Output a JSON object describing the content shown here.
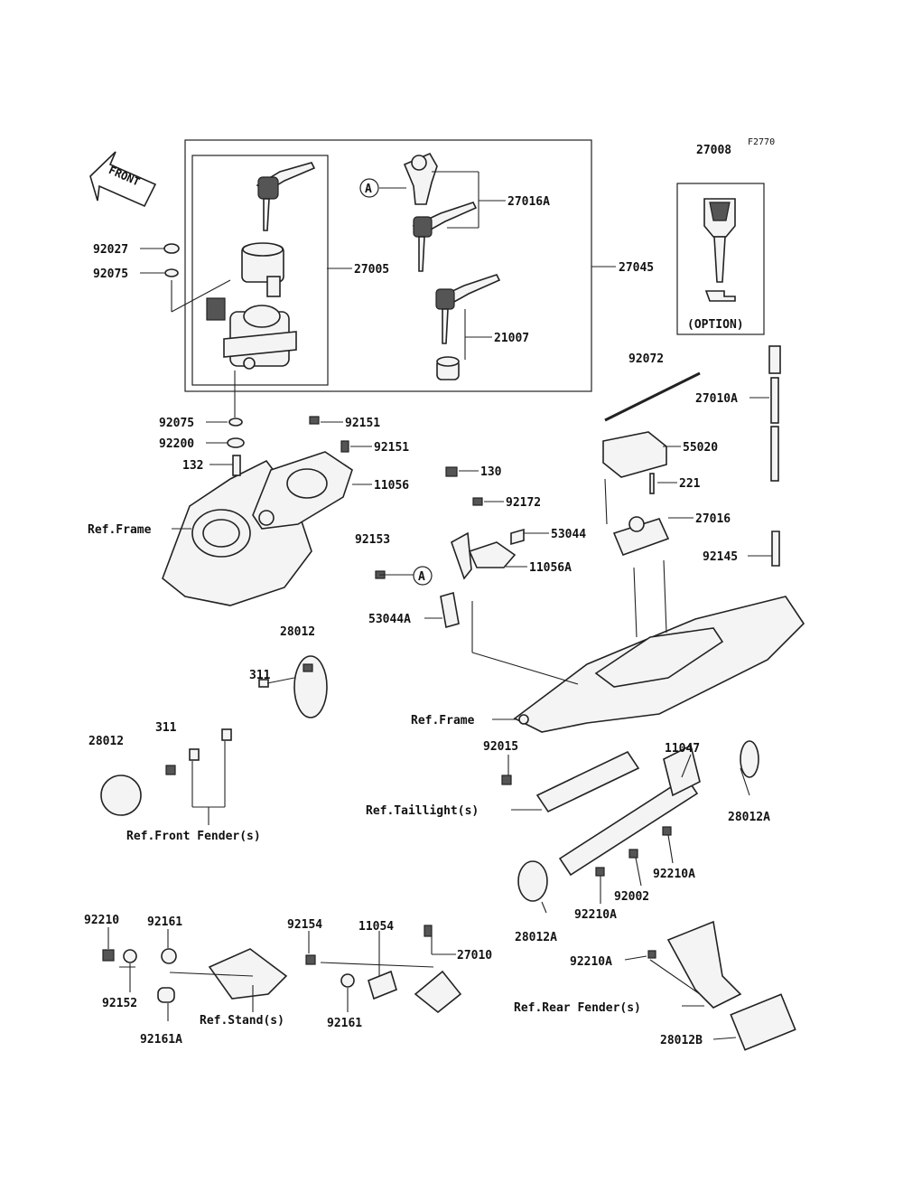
{
  "figure_code": "F2770",
  "front_label": "FRONT",
  "option_label": "(OPTION)",
  "ref_circle": "A",
  "labels": {
    "27008": "27008",
    "27016A": "27016A",
    "27045": "27045",
    "27005": "27005",
    "21007": "21007",
    "92027": "92027",
    "92075a": "92075",
    "92075b": "92075",
    "92200": "92200",
    "132": "132",
    "92151a": "92151",
    "92151b": "92151",
    "11056": "11056",
    "ref_frame_1": "Ref.Frame",
    "92072": "92072",
    "27010A": "27010A",
    "55020": "55020",
    "221": "221",
    "27016": "27016",
    "92145": "92145",
    "130": "130",
    "92172": "92172",
    "53044": "53044",
    "92153": "92153",
    "11056A": "11056A",
    "53044A": "53044A",
    "ref_frame_2": "Ref.Frame",
    "28012_top": "28012",
    "311_top": "311",
    "311_left": "311",
    "28012_left": "28012",
    "ref_front_fender": "Ref.Front Fender(s)",
    "92015": "92015",
    "11047": "11047",
    "ref_taillight": "Ref.Taillight(s)",
    "28012A_right": "28012A",
    "92210A_a": "92210A",
    "92002": "92002",
    "92210A_b": "92210A",
    "28012A_left": "28012A",
    "92210": "92210",
    "92161": "92161",
    "92154": "92154",
    "11054": "11054",
    "27010": "27010",
    "92152": "92152",
    "ref_stand": "Ref.Stand(s)",
    "92161_b": "92161",
    "92161A": "92161A",
    "92210A_c": "92210A",
    "ref_rear_fender": "Ref.Rear Fender(s)",
    "28012B": "28012B"
  }
}
